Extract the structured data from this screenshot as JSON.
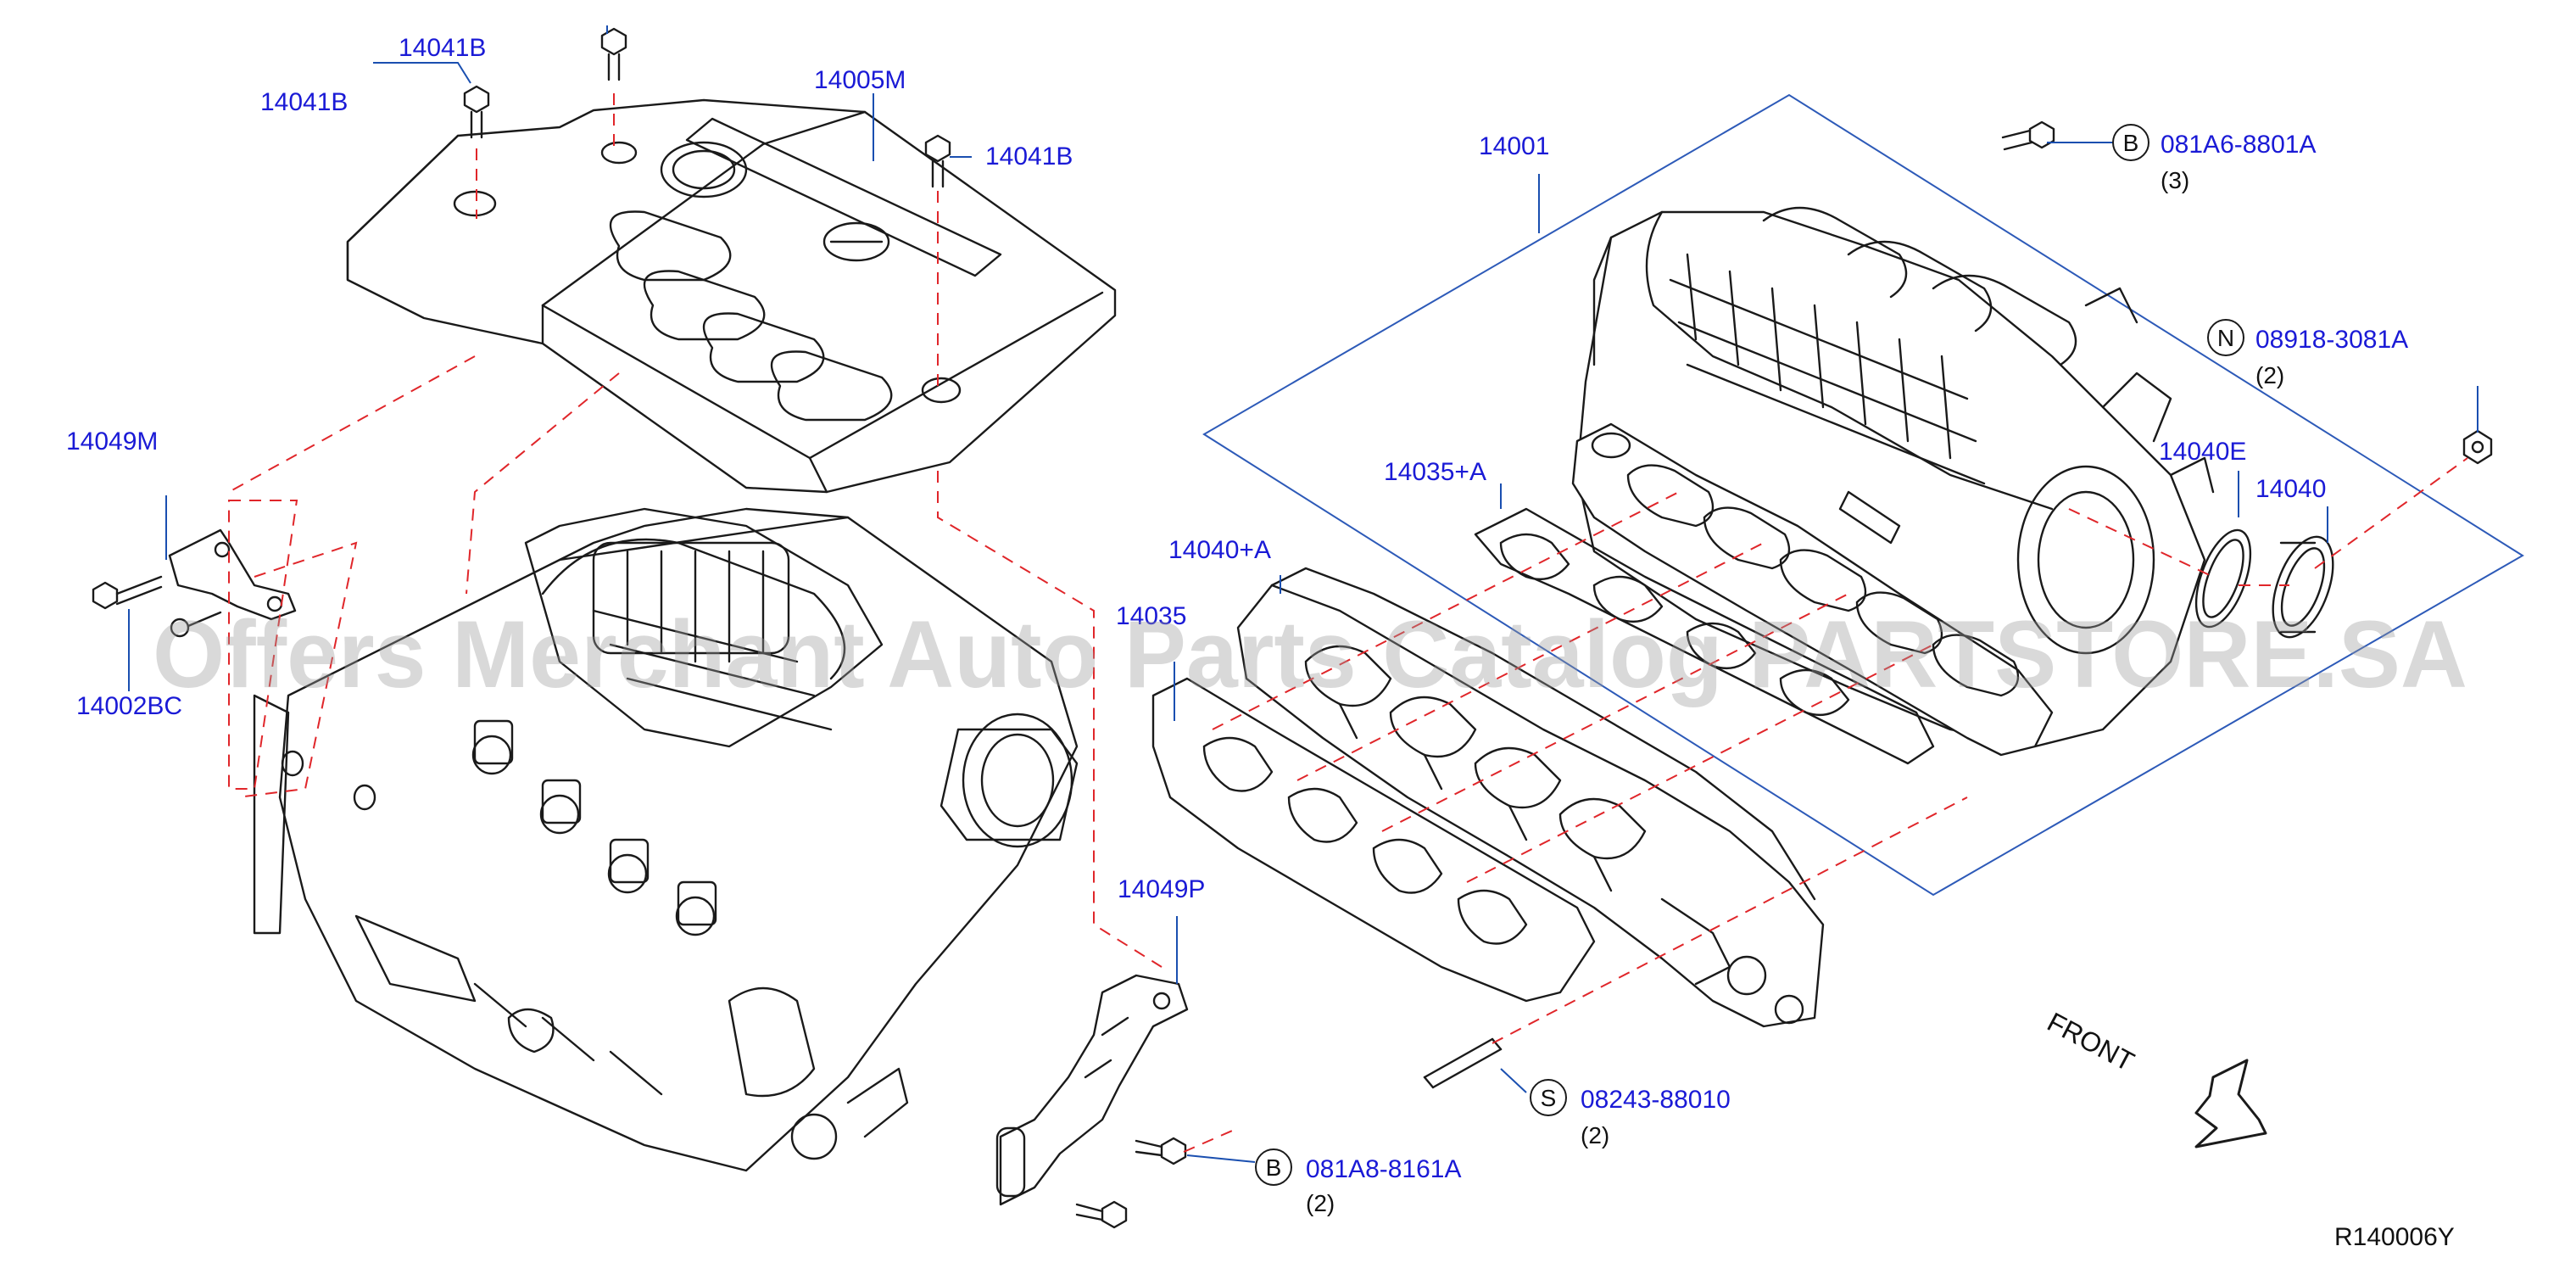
{
  "watermark": "Offers Merchant Auto Parts Catalog PARTSTORE.SA",
  "diagram_ref": "R140006Y",
  "front_label": "FRONT",
  "callouts": [
    {
      "id": "c1",
      "part": "14041B"
    },
    {
      "id": "c2",
      "part": "14041B"
    },
    {
      "id": "c3",
      "part": "14041B"
    },
    {
      "id": "c4",
      "part": "14005M"
    },
    {
      "id": "c5",
      "part": "14049M"
    },
    {
      "id": "c6",
      "part": "14002BC"
    },
    {
      "id": "c7",
      "part": "14001"
    },
    {
      "id": "c8",
      "part": "14035+A"
    },
    {
      "id": "c9",
      "part": "14040+A"
    },
    {
      "id": "c10",
      "part": "14035"
    },
    {
      "id": "c11",
      "part": "14040E"
    },
    {
      "id": "c12",
      "part": "14040"
    },
    {
      "id": "c13",
      "part": "14049P"
    }
  ],
  "fasteners": [
    {
      "id": "f1",
      "symbol": "B",
      "code": "081A6-8801A",
      "qty": "(3)"
    },
    {
      "id": "f2",
      "symbol": "N",
      "code": "08918-3081A",
      "qty": "(2)"
    },
    {
      "id": "f3",
      "symbol": "S",
      "code": "08243-88010",
      "qty": "(2)"
    },
    {
      "id": "f4",
      "symbol": "B",
      "code": "081A8-8161A",
      "qty": "(2)"
    }
  ]
}
